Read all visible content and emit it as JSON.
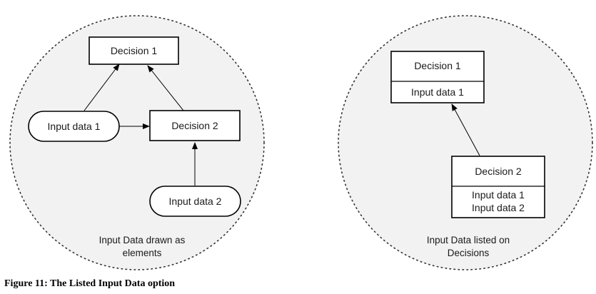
{
  "left_panel": {
    "decision_1": "Decision 1",
    "decision_2": "Decision 2",
    "input_data_1": "Input data 1",
    "input_data_2": "Input data 2",
    "caption_line_1": "Input Data drawn as",
    "caption_line_2": "elements"
  },
  "right_panel": {
    "decision_1": {
      "title": "Decision 1",
      "inputs": [
        "Input data 1"
      ]
    },
    "decision_2": {
      "title": "Decision 2",
      "inputs": [
        "Input data 1",
        "Input data 2"
      ]
    },
    "caption_line_1": "Input Data listed on",
    "caption_line_2": "Decisions"
  },
  "figure_caption": "Figure 11:  The Listed Input Data option",
  "colors": {
    "panel_fill": "#f2f2f2",
    "panel_border": "#333333",
    "node_fill": "#ffffff",
    "stroke": "#000000"
  }
}
